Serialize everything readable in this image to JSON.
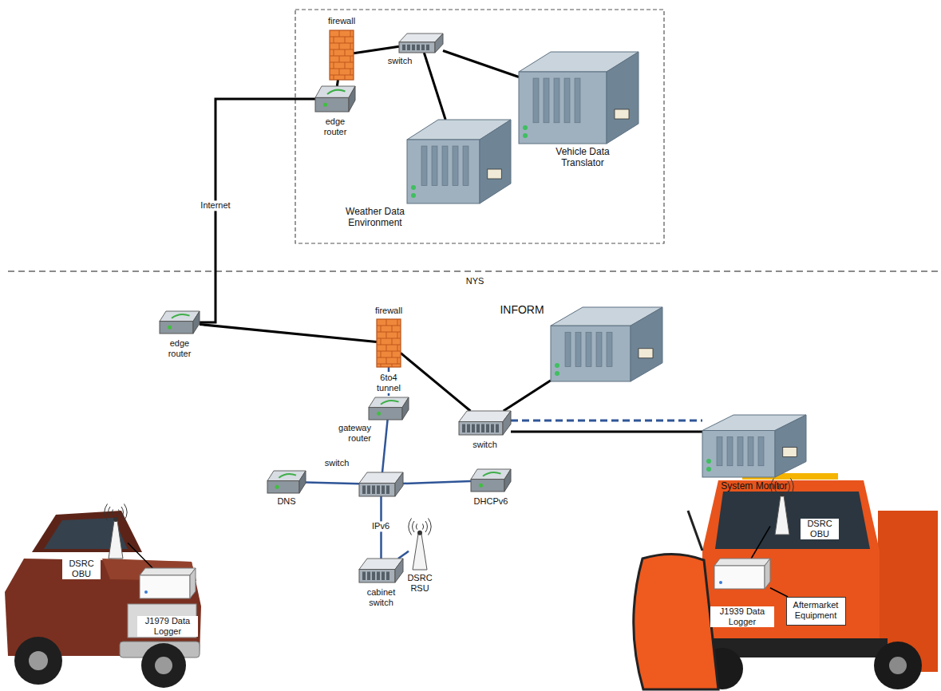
{
  "diagram": {
    "nodes": [
      {
        "text": [
          "firewall"
        ]
      },
      {
        "text": [
          "switch"
        ]
      },
      {
        "text": [
          "Vehicle Data Translator"
        ]
      },
      {
        "text": [
          "edge router"
        ]
      },
      {
        "text": [
          "Weather Data Environment"
        ]
      },
      {
        "text": [
          "edge router"
        ]
      },
      {
        "text": [
          "firewall"
        ]
      },
      {
        "text": [
          "INFORM"
        ]
      },
      {
        "text": [
          "switch"
        ]
      },
      {
        "text": [
          "System Monitor"
        ]
      },
      {
        "text": [
          "gateway router"
        ]
      },
      {
        "text": [
          "DNS"
        ]
      },
      {
        "text": [
          "switch"
        ]
      },
      {
        "text": [
          "DHCPv6"
        ]
      },
      {
        "text": [
          "DSRC RSU"
        ]
      },
      {
        "text": [
          "cabinet switch"
        ]
      },
      {
        "text": [
          "DSRC OBU"
        ]
      },
      {
        "text": [
          "J1979 Data Logger"
        ]
      },
      {
        "text": [
          "DSRC OBU"
        ]
      },
      {
        "text": [
          "J1939 Data Logger"
        ]
      },
      {
        "text": [
          "Aftermarket Equipment"
        ]
      }
    ],
    "edges": [
      {
        "from": 0,
        "to": 3,
        "arrow": "none"
      },
      {
        "from": 0,
        "to": 1,
        "arrow": "none"
      },
      {
        "from": 1,
        "to": 2,
        "arrow": "none"
      },
      {
        "from": 1,
        "to": 4,
        "arrow": "none"
      },
      {
        "from": 3,
        "to": 5,
        "label": "Internet",
        "arrow": "none"
      },
      {
        "from": 5,
        "to": 6,
        "arrow": "none"
      },
      {
        "from": 6,
        "to": 10,
        "label": "6to4 tunnel",
        "arrow": "none"
      },
      {
        "from": 6,
        "to": 8,
        "arrow": "none"
      },
      {
        "from": 8,
        "to": 7,
        "arrow": "none"
      },
      {
        "from": 8,
        "to": 9,
        "arrow": "none"
      },
      {
        "from": 8,
        "to": 9,
        "arrow": "none"
      },
      {
        "from": 10,
        "to": 12,
        "arrow": "none"
      },
      {
        "from": 11,
        "to": 12,
        "arrow": "none"
      },
      {
        "from": 12,
        "to": 13,
        "arrow": "none"
      },
      {
        "from": 12,
        "to": 15,
        "label": "IPv6",
        "arrow": "none"
      },
      {
        "from": 15,
        "to": 14,
        "arrow": "none"
      },
      {
        "from": 16,
        "to": 17,
        "arrow": "none"
      },
      {
        "from": 18,
        "to": 19,
        "arrow": "none"
      },
      {
        "from": 19,
        "to": 20,
        "arrow": "none"
      }
    ],
    "labels": [
      "NYS"
    ]
  }
}
